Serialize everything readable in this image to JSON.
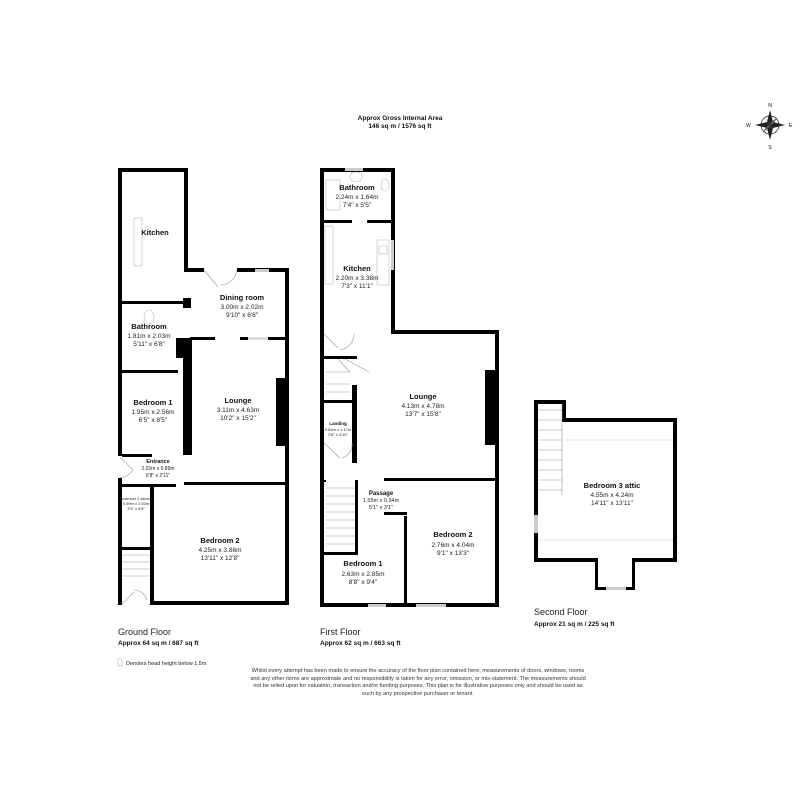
{
  "header": {
    "title": "Approx Gross Internal Area",
    "area": "146 sq m / 1576 sq ft"
  },
  "compass": {
    "icon": "compass-rose-icon",
    "n": "N",
    "s": "S",
    "e": "E",
    "w": "W"
  },
  "ground_floor": {
    "title": "Ground Floor",
    "area": "Approx 64 sq m / 687 sq ft",
    "rooms": [
      {
        "name": "Kitchen",
        "metric": "",
        "imperial": ""
      },
      {
        "name": "Dining room",
        "metric": "3.00m x 2.02m",
        "imperial": "9'10\" x 6'8\""
      },
      {
        "name": "Bathroom",
        "metric": "1.81m x 2.03m",
        "imperial": "5'11\" x 6'8\""
      },
      {
        "name": "Lounge",
        "metric": "3.11m x 4.63m",
        "imperial": "10'2\" x 15'2\""
      },
      {
        "name": "Bedroom 1",
        "metric": "1.95m x 2.56m",
        "imperial": "6'5\" x 8'5\""
      },
      {
        "name": "Entrance",
        "metric": "2.02m x 0.89m",
        "imperial": "6'8\" x 2'11\""
      },
      {
        "name": "Bedroom 2 alcove",
        "metric": "0.99m x 2.02m",
        "imperial": "3'3\" x 6'8\""
      },
      {
        "name": "Bedroom 2",
        "metric": "4.25m x 3.86m",
        "imperial": "13'11\" x 12'8\""
      }
    ]
  },
  "first_floor": {
    "title": "First Floor",
    "area": "Approx 62 sq m / 663 sq ft",
    "rooms": [
      {
        "name": "Bathroom",
        "metric": "2.24m x 1.64m",
        "imperial": "7'4\" x 5'5\""
      },
      {
        "name": "Kitchen",
        "metric": "2.20m x 3.38m",
        "imperial": "7'3\" x 11'1\""
      },
      {
        "name": "Lounge",
        "metric": "4.13m x 4.78m",
        "imperial": "13'7\" x 15'8\""
      },
      {
        "name": "Landing",
        "metric": "0.82m x 1.17m",
        "imperial": "2'8\" x 3'10\""
      },
      {
        "name": "Passage",
        "metric": "1.55m x 0.94m",
        "imperial": "5'1\" x 3'1\""
      },
      {
        "name": "Bedroom 1",
        "metric": "2.63m x 2.85m",
        "imperial": "8'8\" x 9'4\""
      },
      {
        "name": "Bedroom 2",
        "metric": "2.76m x 4.04m",
        "imperial": "9'1\" x 13'3\""
      }
    ]
  },
  "second_floor": {
    "title": "Second Floor",
    "area": "Approx 21 sq m / 225 sq ft",
    "rooms": [
      {
        "name": "Bedroom 3 attic",
        "metric": "4.55m x 4.24m",
        "imperial": "14'11\" x 13'11\""
      }
    ]
  },
  "legend": {
    "text": "Denotes head height below 1.5m"
  },
  "disclaimer": "Whilst every attempt has been made to ensure the accuracy of the floor plan contained here, measurements of doors, windows, rooms and any other items are approximate and no responsibility is taken for any error, omission, or mis-statement. The measurements should not be relied upon for valuation, transaction and/or funding purposes. This plan is for illustrative purposes only and should be used as such by any prospective purchaser or tenant."
}
